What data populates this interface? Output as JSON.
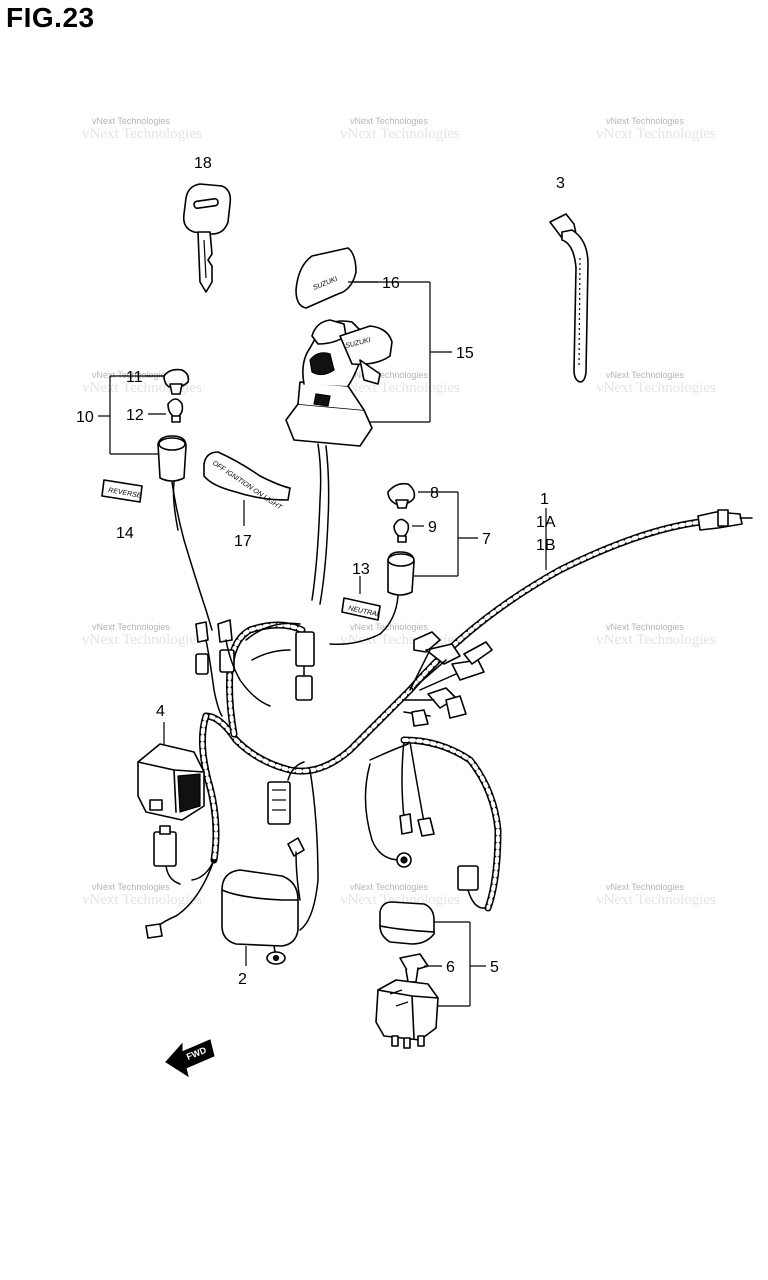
{
  "figure_title": "FIG.23",
  "watermark_text": "vNext Technologies",
  "callouts": {
    "c1": "1",
    "c1a": "1A",
    "c1b": "1B",
    "c2": "2",
    "c3": "3",
    "c4": "4",
    "c5": "5",
    "c6": "6",
    "c7": "7",
    "c8": "8",
    "c9": "9",
    "c10": "10",
    "c11": "11",
    "c12": "12",
    "c13": "13",
    "c14": "14",
    "c15": "15",
    "c16": "16",
    "c17": "17",
    "c18": "18"
  },
  "part_markings": {
    "brand_cap": "SUZUKI",
    "brand_switch": "SUZUKI",
    "plate_17_text": "OFF IGNITION ON LIGHT",
    "label_14": "REVERSE",
    "label_13": "NEUTRAL",
    "fwd_arrow": "FWD"
  }
}
